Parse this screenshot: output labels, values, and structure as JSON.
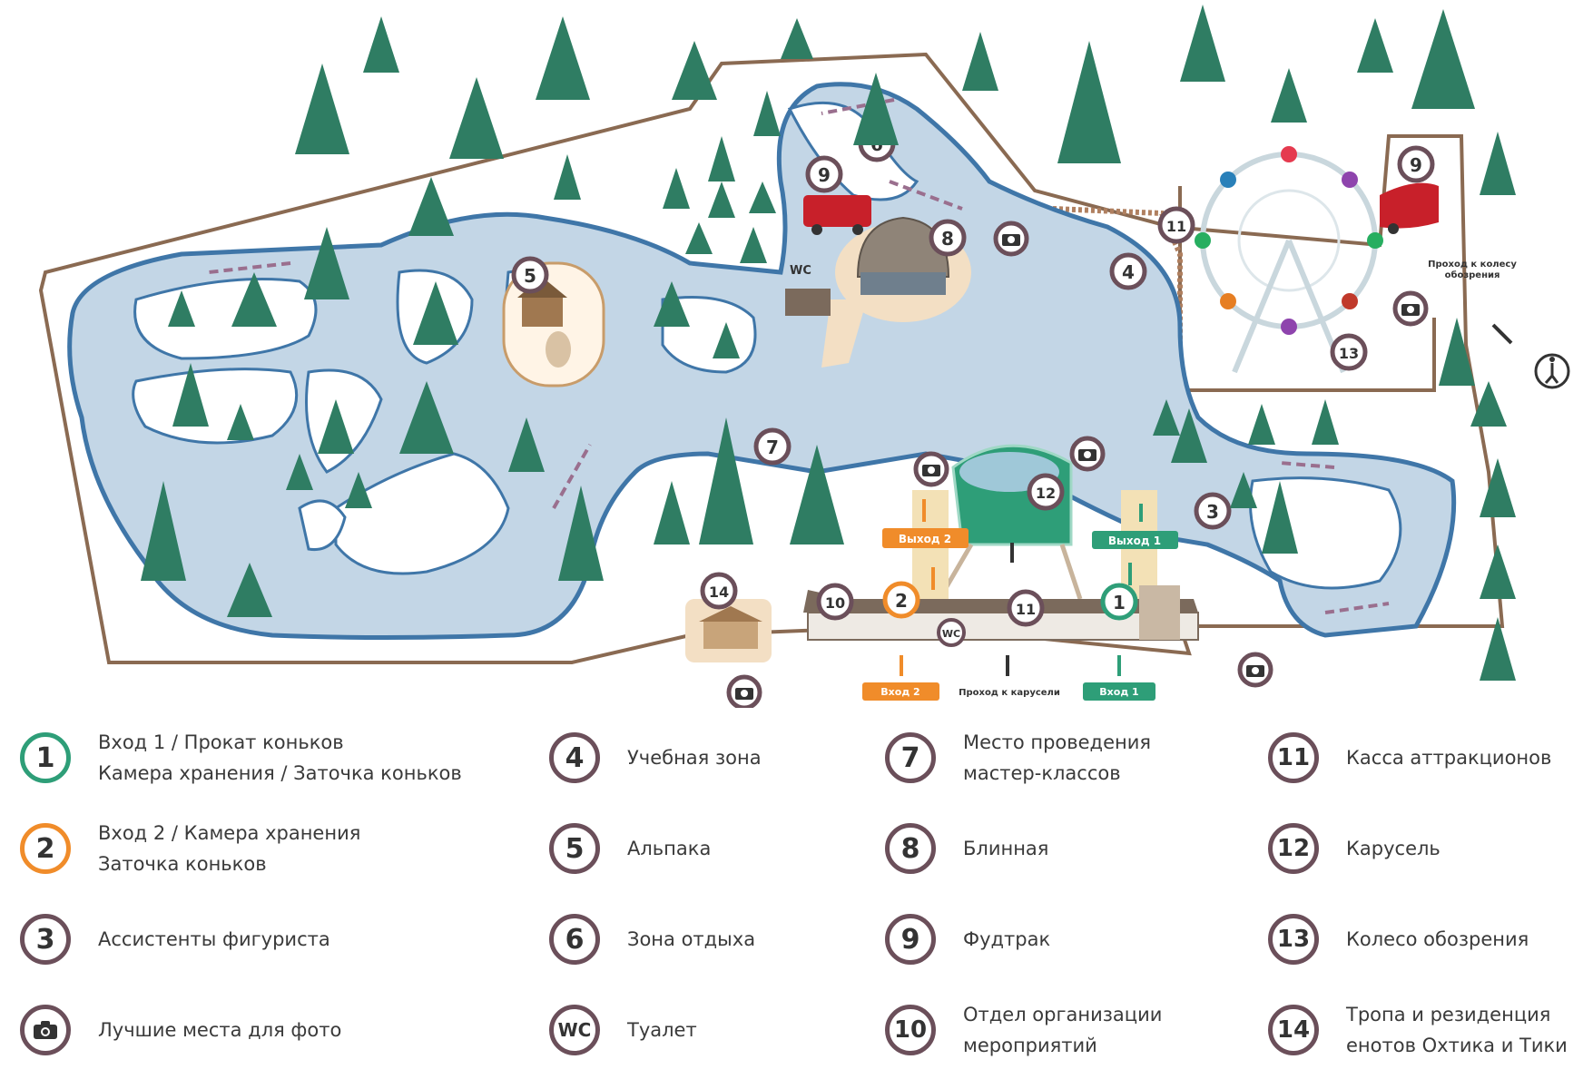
{
  "colors": {
    "ice": "#c3d6e6",
    "ice_edge": "#3f76a8",
    "snow": "#ffffff",
    "path": "#8a6a52",
    "tree": "#2f7d63",
    "marker_border": "#6b4f5a",
    "marker_fill": "#ffffff",
    "entrance1": "#2e9e78",
    "entrance2": "#f08c2a",
    "arrow": "#9a6f8e",
    "building": "#7b6a5c",
    "foodtruck": "#c8202a"
  },
  "map": {
    "labels": {
      "exit2": "Выход 2",
      "exit1": "Выход 1",
      "entry2": "Вход 2",
      "entry1": "Вход 1",
      "carousel_pass": "Проход к карусели",
      "wheel_pass_line1": "Проход к колесу",
      "wheel_pass_line2": "обозрения",
      "wc": "WC"
    },
    "markers": [
      "1",
      "2",
      "3",
      "4",
      "5",
      "6",
      "7",
      "8",
      "9",
      "10",
      "11",
      "12",
      "13",
      "14"
    ]
  },
  "legend": [
    {
      "badge": "1",
      "lines": [
        "Вход 1 / Прокат коньков",
        "Камера хранения / Заточка коньков"
      ],
      "accent": "entrance1"
    },
    {
      "badge": "2",
      "lines": [
        "Вход 2 / Камера хранения",
        "Заточка коньков"
      ],
      "accent": "entrance2"
    },
    {
      "badge": "3",
      "lines": [
        "Ассистенты фигуриста"
      ]
    },
    {
      "badge": "camera-icon",
      "lines": [
        "Лучшие места для фото"
      ]
    },
    {
      "badge": "4",
      "lines": [
        "Учебная зона"
      ]
    },
    {
      "badge": "5",
      "lines": [
        "Альпака"
      ]
    },
    {
      "badge": "6",
      "lines": [
        "Зона отдыха"
      ]
    },
    {
      "badge": "WC",
      "lines": [
        "Туалет"
      ]
    },
    {
      "badge": "7",
      "lines": [
        "Место проведения",
        "мастер-классов"
      ]
    },
    {
      "badge": "8",
      "lines": [
        "Блинная"
      ]
    },
    {
      "badge": "9",
      "lines": [
        "Фудтрак"
      ]
    },
    {
      "badge": "10",
      "lines": [
        "Отдел организации",
        "мероприятий"
      ]
    },
    {
      "badge": "11",
      "lines": [
        "Касса аттракционов"
      ]
    },
    {
      "badge": "12",
      "lines": [
        "Карусель"
      ]
    },
    {
      "badge": "13",
      "lines": [
        "Колесо обозрения"
      ]
    },
    {
      "badge": "14",
      "lines": [
        "Тропа и резиденция",
        "енотов Охтика и Тики"
      ]
    }
  ]
}
